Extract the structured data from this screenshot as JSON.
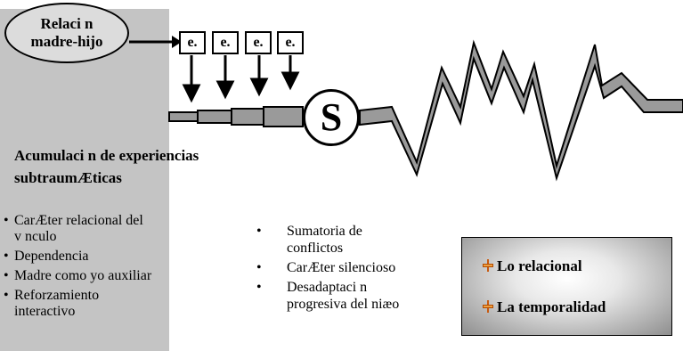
{
  "diagram": {
    "relation_node": {
      "line1": "Relaci n",
      "line2": "madre-hijo"
    },
    "experience_boxes": [
      "e.",
      "e.",
      "e.",
      "e."
    ],
    "symptom_label": "S",
    "heading": {
      "line1": "Acumulaci n de experiencias",
      "line2": "subtraumÆticas"
    },
    "left_bullets": [
      {
        "line1": "CarÆter relacional del",
        "line2": "v nculo"
      },
      {
        "line1": "Dependencia",
        "line2": ""
      },
      {
        "line1": "Madre como yo auxiliar",
        "line2": ""
      },
      {
        "line1": "Reforzamiento",
        "line2": "interactivo"
      }
    ],
    "middle_bullets": [
      {
        "line1": "Sumatoria de",
        "line2": "conflictos"
      },
      {
        "line1": "CarÆter silencioso",
        "line2": ""
      },
      {
        "line1": "Desadaptaci n",
        "line2": "progresiva del niæo"
      }
    ],
    "summary_box": {
      "item1": "Lo relacional",
      "item2": "La temporalidad"
    },
    "colors": {
      "panel": "#c4c4c4",
      "ellipse": "#dcdcdc",
      "wave_fill": "#9a9a9a",
      "icon": "#e07a20"
    }
  }
}
